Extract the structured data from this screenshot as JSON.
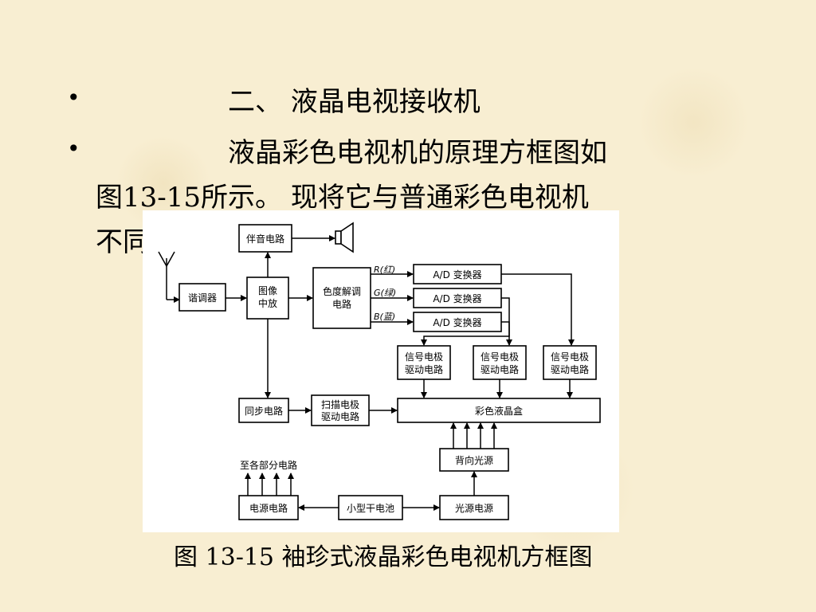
{
  "slide": {
    "bullet_symbol": "•",
    "item1": "二、  液晶电视接收机",
    "item2_line1": "液晶彩色电视机的原理方框图如",
    "item2_line2": "图13-15所示。 现将它与普通彩色电视机",
    "item2_line3_visible": "不同",
    "caption": "图 13-15 袖珍式液晶彩色电视机方框图"
  },
  "diagram": {
    "blocks": {
      "audio": "伴音电路",
      "tuner": "谐调器",
      "if_line1": "图像",
      "if_line2": "中放",
      "chroma_line1": "色度解调",
      "chroma_line2": "电路",
      "ad1": "A/D 变换器",
      "ad2": "A/D 变换器",
      "ad3": "A/D 变换器",
      "drv1_line1": "信号电极",
      "drv1_line2": "驱动电路",
      "drv2_line1": "信号电极",
      "drv2_line2": "驱动电路",
      "drv3_line1": "信号电极",
      "drv3_line2": "驱动电路",
      "sync": "同步电路",
      "scan_line1": "扫描电极",
      "scan_line2": "驱动电路",
      "lcd": "彩色液晶盒",
      "backlight": "背向光源",
      "power": "电源电路",
      "battery": "小型干电池",
      "light_power": "光源电源",
      "to_all": "至各部分电路"
    },
    "signals": {
      "r": "R(红)",
      "g": "G(绿)",
      "b": "B(蓝)"
    }
  }
}
